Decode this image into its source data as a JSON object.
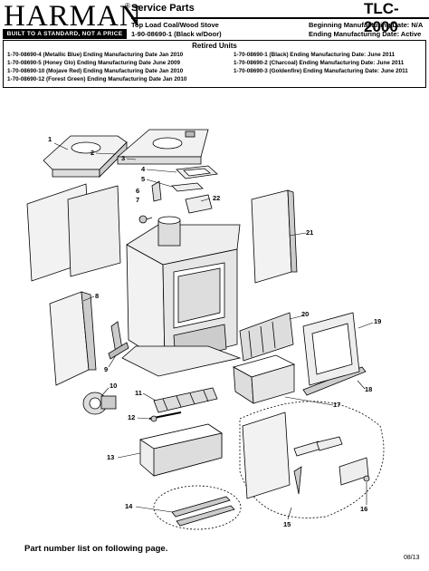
{
  "header": {
    "brand": "HARMAN",
    "registered": "®",
    "tagline": "BUILT TO A STANDARD, NOT A PRICE",
    "section": "Service Parts",
    "model": "TLC-2000",
    "product": "Top Load Coal/Wood Stove",
    "part_number": "1-90-08690-1 (Black w/Door)",
    "begin_date": "Beginning Manufacturing Date: N/A",
    "end_date": "Ending Manufacturing Date: Active"
  },
  "retired": {
    "title": "Retired Units",
    "left": [
      "1-70-08690-4 (Metallic Blue) Ending Manufacturing Date Jan 2010",
      "1-70-08690-5 (Honey Glo) Ending Manufacturing Date  June 2009",
      "1-70-08690-10 (Mojave Red) Ending Manufacturing Date Jan 2010",
      "1-70-08690-12 (Forest Green) Ending Manufacturing Date Jan 2010"
    ],
    "right": [
      "1-70-08690-1 (Black) Ending Manufacturing Date: June 2011",
      "1-70-08690-2 (Charcoal) Ending Manufacturing Date: June 2011",
      "1-70-08690-3 (Goldenfire) Ending Manufacturing Date: June 2011"
    ]
  },
  "callouts": [
    "1",
    "2",
    "3",
    "4",
    "5",
    "6",
    "7",
    "8",
    "9",
    "10",
    "11",
    "12",
    "13",
    "14",
    "15",
    "16",
    "17",
    "18",
    "19",
    "20",
    "21",
    "22"
  ],
  "footer": {
    "note": "Part number list on following page.",
    "date": "08/13"
  }
}
